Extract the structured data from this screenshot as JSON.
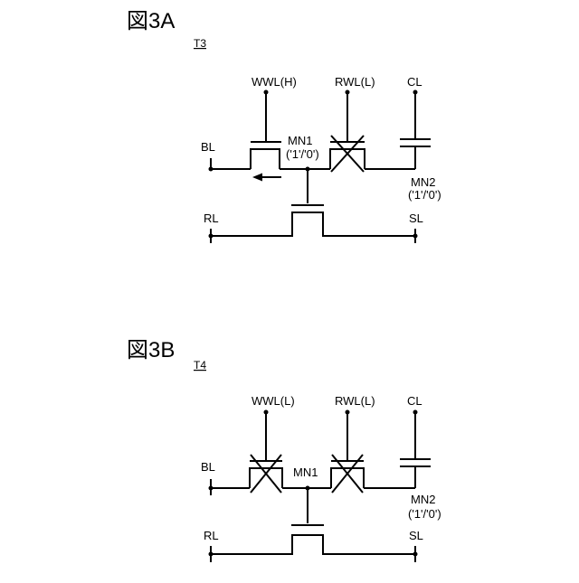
{
  "figure_a": {
    "title": "図3A",
    "timing": "T3",
    "wwl": "WWL(H)",
    "rwl": "RWL(L)",
    "cl": "CL",
    "bl": "BL",
    "mn1": "MN1",
    "mn1_value": "('1'/'0')",
    "mn2": "MN2",
    "mn2_value": "('1'/'0')",
    "rl": "RL",
    "sl": "SL"
  },
  "figure_b": {
    "title": "図3B",
    "timing": "T4",
    "wwl": "WWL(L)",
    "rwl": "RWL(L)",
    "cl": "CL",
    "bl": "BL",
    "mn1": "MN1",
    "mn2": "MN2",
    "mn2_value": "('1'/'0')",
    "rl": "RL",
    "sl": "SL"
  }
}
